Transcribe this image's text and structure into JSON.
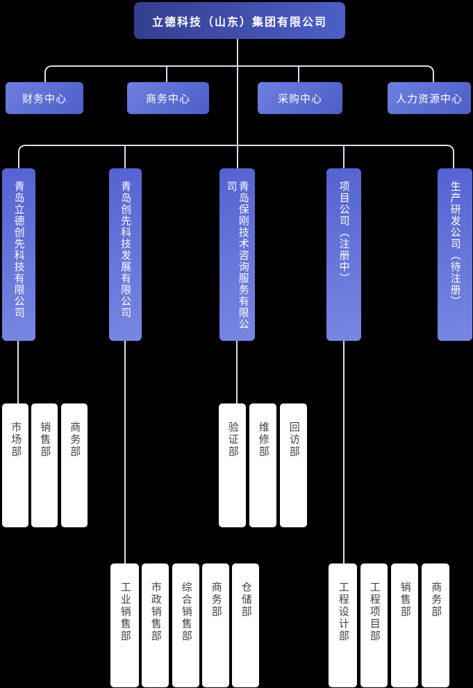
{
  "org": {
    "root": {
      "label": "立德科技（山东）集团有限公司"
    },
    "centers": [
      {
        "label": "财务中心"
      },
      {
        "label": "商务中心"
      },
      {
        "label": "采购中心"
      },
      {
        "label": "人力资源中心"
      }
    ],
    "companies": [
      {
        "label": "青岛立德创先科技有限公司",
        "departments": [
          "市场部",
          "销售部",
          "商务部"
        ]
      },
      {
        "label": "青岛创先科技发展有限公司",
        "departments": [
          "工业销售部",
          "市政销售部",
          "综合销售部",
          "商务部",
          "仓储部"
        ]
      },
      {
        "label": "青岛保刚技术咨询服务有限公司",
        "departments": [
          "验证部",
          "维修部",
          "回访部"
        ]
      },
      {
        "label": "项目公司（注册中）",
        "departments": [
          "工程设计部",
          "工程项目部",
          "销售部",
          "商务部"
        ]
      },
      {
        "label": "生产研发公司（待注册）",
        "departments": []
      }
    ]
  },
  "colors": {
    "background": "#000000",
    "line": "#dce1f0",
    "root-from": "#343e8d",
    "root-to": "#4d5fc8",
    "center-from": "#6e80de",
    "center-to": "#4c5ec8",
    "company-from": "#5463d0",
    "company-to": "#7787e2",
    "dept-bg": "#ffffff",
    "dept-text": "#3f3f3f"
  }
}
